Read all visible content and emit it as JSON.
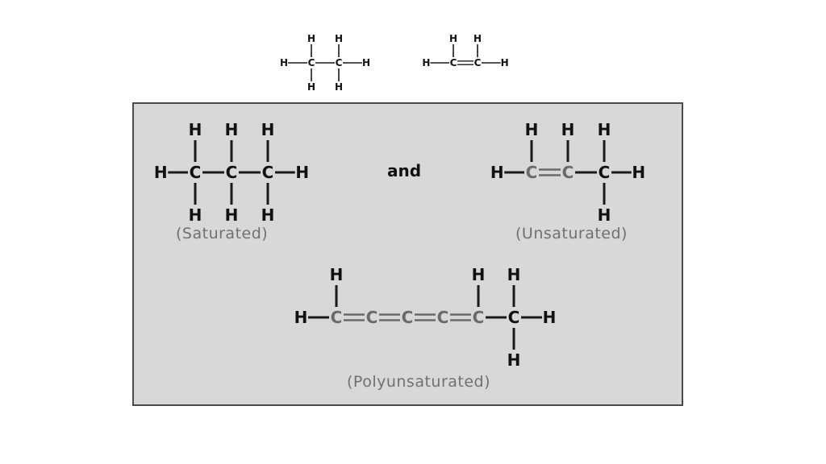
{
  "colors": {
    "panel_bg": "#d8d8d8",
    "black_atom": "#111111",
    "gray_atom": "#6a6a6a",
    "bond": "#1a1a1a",
    "label": "#707070"
  },
  "atoms": {
    "hydrogen": "H",
    "carbon": "C"
  },
  "small_molecules": [
    {
      "id": "ethane",
      "bond_orders": [
        1
      ],
      "carbon_gray": false,
      "top_h": [
        true,
        true
      ],
      "bottom_h": [
        true,
        true
      ]
    },
    {
      "id": "ethene",
      "bond_orders": [
        2
      ],
      "carbon_gray": false,
      "top_h": [
        true,
        true
      ],
      "bottom_h": [
        false,
        false
      ]
    }
  ],
  "panel_molecules": [
    {
      "id": "saturated",
      "label": "(Saturated)",
      "bond_orders": [
        1,
        1
      ],
      "carbon_gray": [
        false,
        false,
        false
      ],
      "top_h": [
        true,
        true,
        true
      ],
      "bottom_h": [
        true,
        true,
        true
      ]
    },
    {
      "id": "unsaturated",
      "label": "(Unsaturated)",
      "bond_orders": [
        2,
        1
      ],
      "carbon_gray": [
        true,
        true,
        false
      ],
      "top_h": [
        true,
        true,
        true
      ],
      "bottom_h": [
        false,
        false,
        true
      ]
    },
    {
      "id": "polyunsaturated",
      "label": "(Polyunsaturated)",
      "bond_orders": [
        2,
        2,
        2,
        2,
        1
      ],
      "carbon_gray": [
        true,
        true,
        true,
        true,
        true,
        false
      ],
      "top_h": [
        true,
        false,
        false,
        false,
        true,
        true
      ],
      "bottom_h": [
        false,
        false,
        false,
        false,
        false,
        true
      ]
    }
  ],
  "connector_text": "and"
}
